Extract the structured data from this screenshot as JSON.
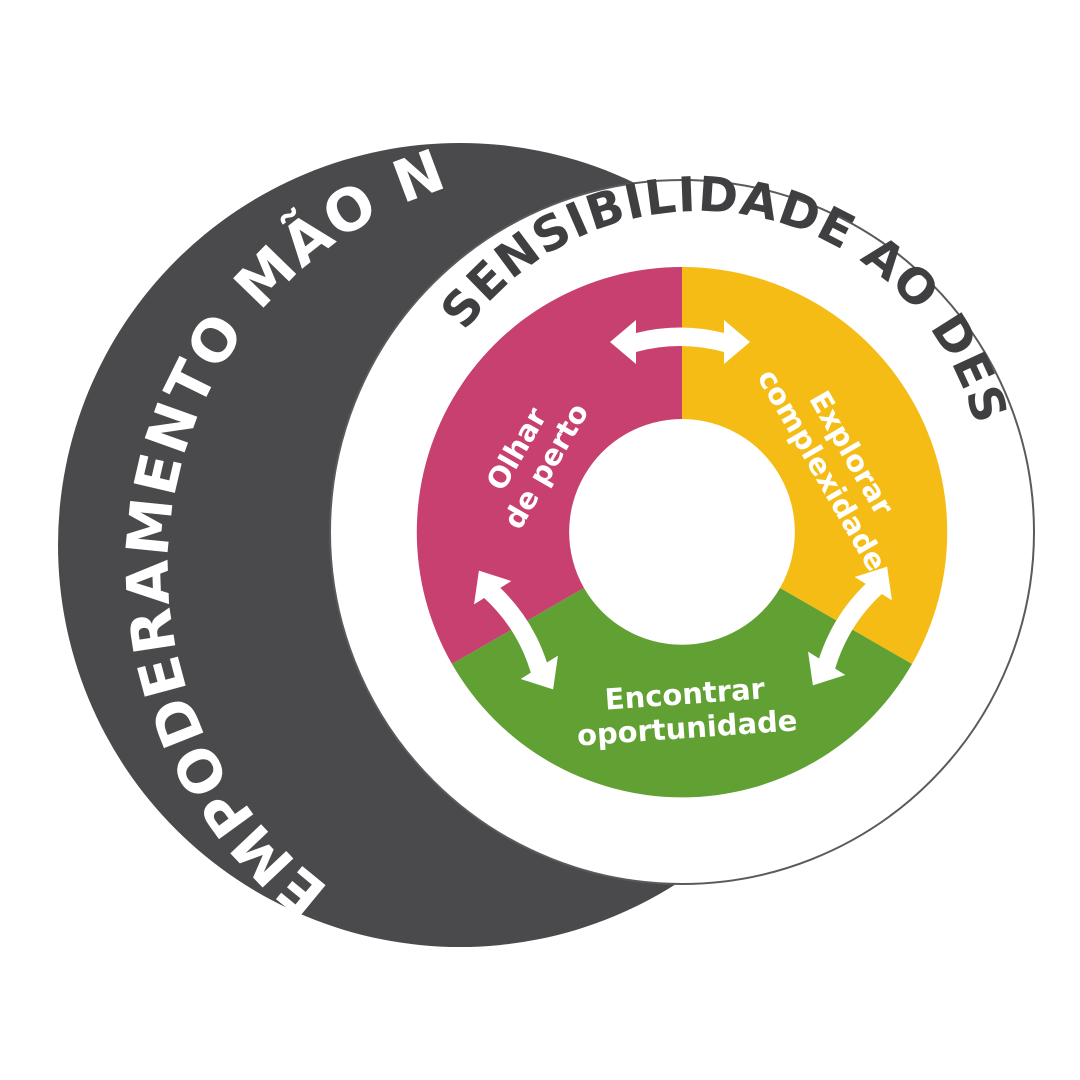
{
  "outer_label": "EMPODERAMENTO MÃO NA MASSA",
  "inner_label": "SENSIBILIDADE AO DESIGN",
  "segments": {
    "pink": {
      "line1": "Olhar",
      "line2": "de perto"
    },
    "yellow": {
      "line1": "Explorar",
      "line2": "complexidade"
    },
    "green": {
      "line1": "Encontrar",
      "line2": "oportunidade"
    }
  },
  "colors": {
    "outer_circle": "#4a4a4c",
    "inner_circle": "#ffffff",
    "pink": "#c8406f",
    "yellow": "#f4bc14",
    "green": "#61a032",
    "text_dark": "#3f3f41",
    "text_light": "#ffffff"
  }
}
